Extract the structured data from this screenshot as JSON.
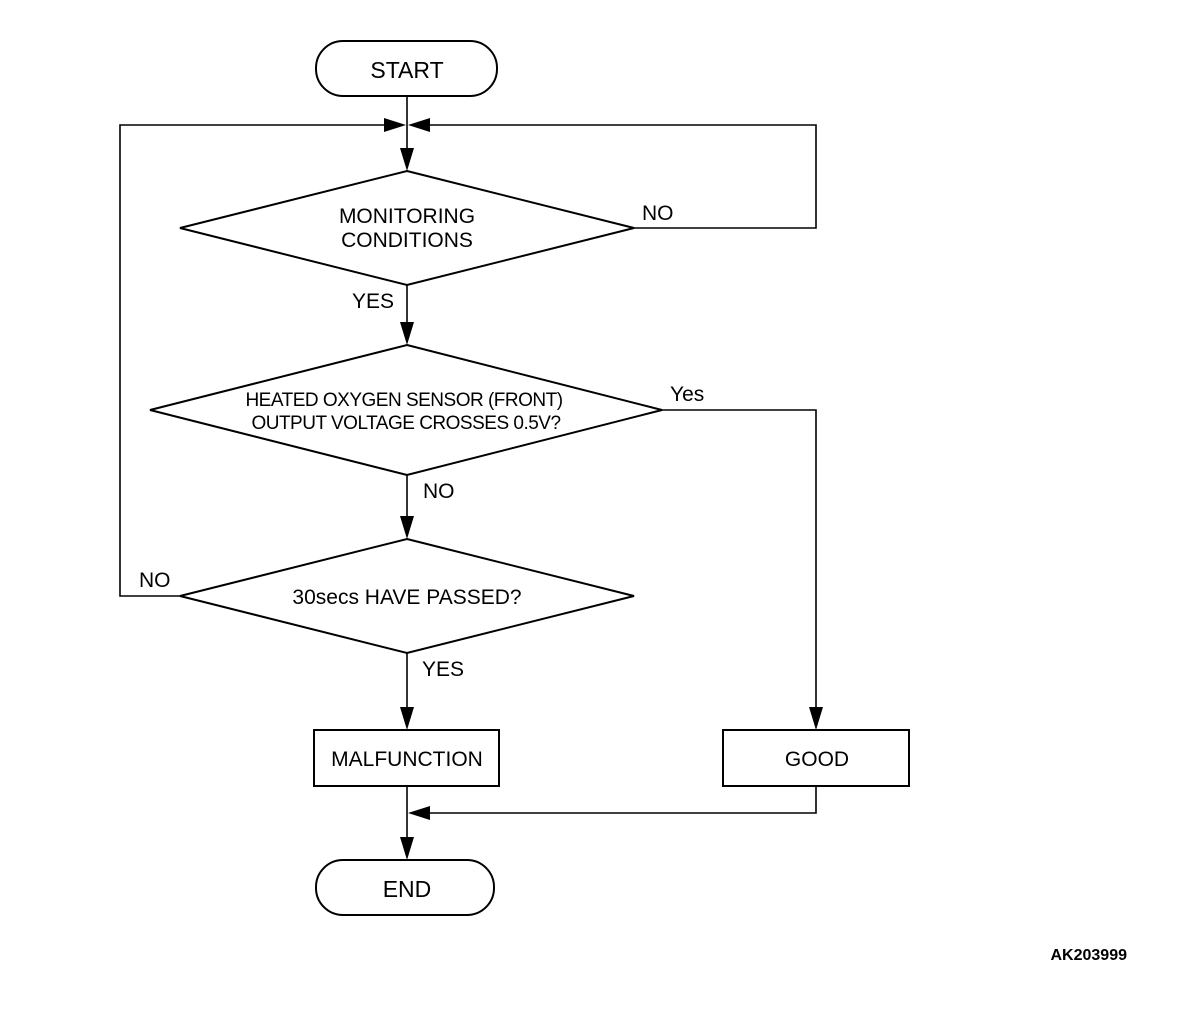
{
  "flowchart": {
    "nodes": {
      "start": "START",
      "monitoring": [
        "MONITORING",
        "CONDITIONS"
      ],
      "sensor": [
        "HEATED OXYGEN SENSOR (FRONT)",
        "OUTPUT VOLTAGE CROSSES 0.5V?"
      ],
      "timer": "30secs HAVE PASSED?",
      "malfunction": "MALFUNCTION",
      "good": "GOOD",
      "end": "END"
    },
    "branches": {
      "monitoring_no": "NO",
      "monitoring_yes": "YES",
      "sensor_yes": "Yes",
      "sensor_no": "NO",
      "timer_no": "NO",
      "timer_yes": "YES"
    },
    "figure_id": "AK203999"
  }
}
